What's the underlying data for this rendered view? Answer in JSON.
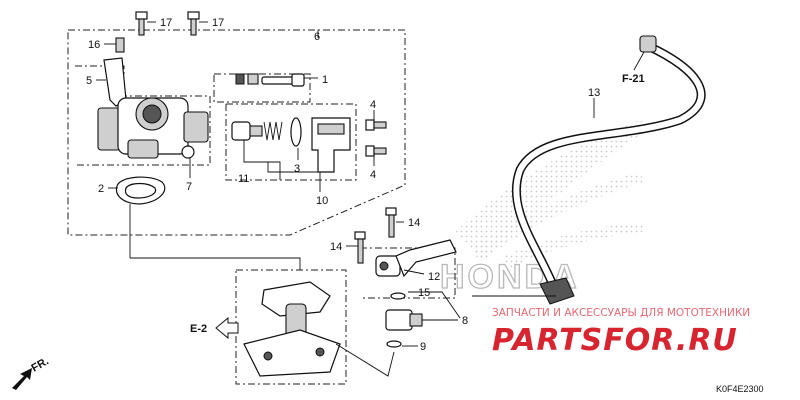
{
  "diagram": {
    "code": "K0F4E2300",
    "refs": {
      "f21": "F-21",
      "e2": "E-2",
      "fr": "FR."
    },
    "callouts": [
      {
        "id": "c1",
        "text": "1"
      },
      {
        "id": "c2",
        "text": "2"
      },
      {
        "id": "c3",
        "text": "3"
      },
      {
        "id": "c4a",
        "text": "4"
      },
      {
        "id": "c4b",
        "text": "4"
      },
      {
        "id": "c5",
        "text": "5"
      },
      {
        "id": "c6",
        "text": "6"
      },
      {
        "id": "c7",
        "text": "7"
      },
      {
        "id": "c8",
        "text": "8"
      },
      {
        "id": "c9",
        "text": "9"
      },
      {
        "id": "c10",
        "text": "10"
      },
      {
        "id": "c11",
        "text": "11"
      },
      {
        "id": "c12",
        "text": "12"
      },
      {
        "id": "c13",
        "text": "13"
      },
      {
        "id": "c14a",
        "text": "14"
      },
      {
        "id": "c14b",
        "text": "14"
      },
      {
        "id": "c15",
        "text": "15"
      },
      {
        "id": "c16",
        "text": "16"
      },
      {
        "id": "c17a",
        "text": "17"
      },
      {
        "id": "c17b",
        "text": "17"
      }
    ]
  },
  "watermark": {
    "tagline": "ЗАПЧАСТИ И АКСЕССУАРЫ ДЛЯ МОТОТЕХНИКИ",
    "brand": "PARTSFOR.RU",
    "background_logo": "HONDA"
  },
  "colors": {
    "line": "#111111",
    "watermark_red": "#d8242f",
    "logo_gray": "#b9b9b9"
  }
}
